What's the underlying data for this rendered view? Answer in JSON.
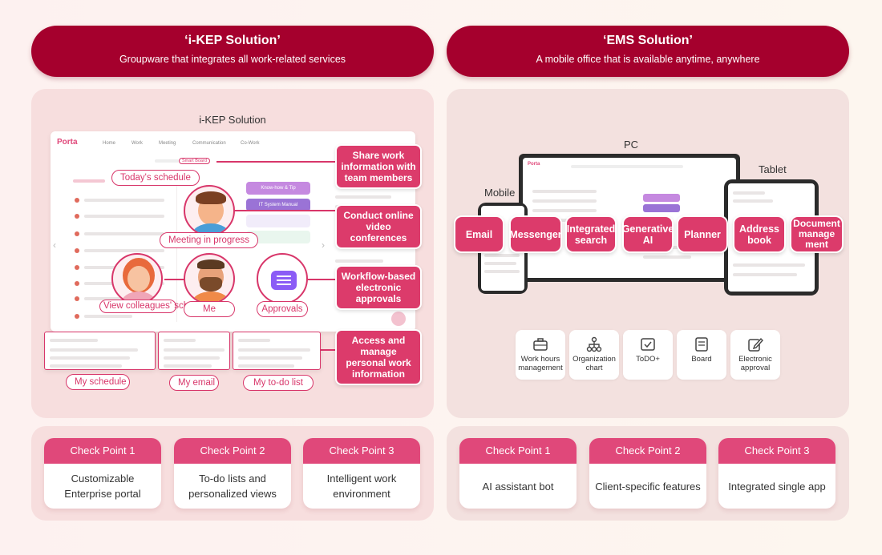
{
  "ikep": {
    "title": "‘i-KEP Solution’",
    "subtitle": "Groupware that integrates all work-related services",
    "diagram_title": "i-KEP Solution",
    "callouts": {
      "share": "Share work information with team members",
      "video": "Conduct online video conferences",
      "workflow": "Workflow-based electronic approvals",
      "personal": "Access and manage personal work information"
    },
    "pills": {
      "today": "Today's schedule",
      "meeting": "Meeting in progress",
      "colleagues": "View colleagues' schedules",
      "me": "Me",
      "approvals": "Approvals",
      "my_schedule": "My schedule",
      "my_email": "My email",
      "my_todo": "My to-do list"
    },
    "portal": {
      "logo": "Porta",
      "nav": [
        "Home",
        "Work",
        "Meeting",
        "Communication",
        "Co-Work"
      ],
      "smart_board": "Smart Board",
      "buttons": [
        "Know-how & Tip",
        "IT System Manual"
      ]
    },
    "checkpoints": [
      {
        "label": "Check Point 1",
        "text": "Customizable Enterprise portal"
      },
      {
        "label": "Check Point 2",
        "text": "To-do lists and personalized views"
      },
      {
        "label": "Check Point 3",
        "text": "Intelligent work environment"
      }
    ]
  },
  "ems": {
    "title": "‘EMS Solution’",
    "subtitle": "A mobile office that is available anytime, anywhere",
    "device_labels": {
      "pc": "PC",
      "mobile": "Mobile",
      "tablet": "Tablet"
    },
    "chips": [
      "Email",
      "Messenger",
      "Integrated search",
      "Generative AI",
      "Planner",
      "Address book",
      "Document manage ment"
    ],
    "features": [
      {
        "label": "Work hours management",
        "icon": "briefcase-icon"
      },
      {
        "label": "Organization chart",
        "icon": "org-chart-icon"
      },
      {
        "label": "ToDO+",
        "icon": "todo-icon"
      },
      {
        "label": "Board",
        "icon": "board-icon"
      },
      {
        "label": "Electronic approval",
        "icon": "edit-icon"
      }
    ],
    "checkpoints": [
      {
        "label": "Check Point 1",
        "text": "AI assistant bot"
      },
      {
        "label": "Check Point 2",
        "text": "Client-specific features"
      },
      {
        "label": "Check Point 3",
        "text": "Integrated single app"
      }
    ]
  },
  "colors": {
    "header": "#a5002d",
    "accent": "#dc3b6b",
    "panel": "#f7dede"
  }
}
